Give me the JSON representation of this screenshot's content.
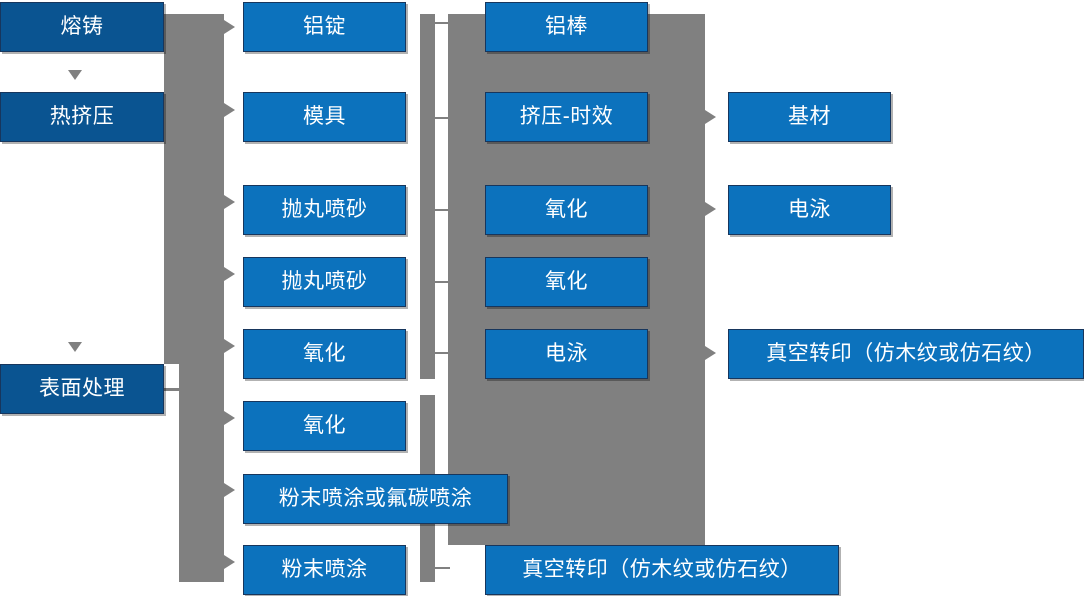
{
  "diagram": {
    "title_present": false,
    "colors": {
      "stage_box": "#0a5491",
      "process_box": "#0c72bd",
      "connector": "#808080",
      "box_border": "#17365d",
      "text": "#ffffff",
      "background": "#ffffff"
    },
    "stages": [
      {
        "id": "stage-melting",
        "label": "熔铸"
      },
      {
        "id": "stage-extrude",
        "label": "热挤压"
      },
      {
        "id": "stage-surface",
        "label": "表面处理"
      }
    ],
    "column2": [
      {
        "id": "c2-ingot",
        "label": "铝锭"
      },
      {
        "id": "c2-mold",
        "label": "模具"
      },
      {
        "id": "c2-shotblast-1",
        "label": "抛丸喷砂"
      },
      {
        "id": "c2-shotblast-2",
        "label": "抛丸喷砂"
      },
      {
        "id": "c2-oxidation-1",
        "label": "氧化"
      },
      {
        "id": "c2-oxidation-2",
        "label": "氧化"
      },
      {
        "id": "c2-powder-fluoro",
        "label": "粉末喷涂或氟碳喷涂"
      },
      {
        "id": "c2-powder",
        "label": "粉末喷涂"
      }
    ],
    "column3": [
      {
        "id": "c3-bar",
        "label": "铝棒"
      },
      {
        "id": "c3-extrude-age",
        "label": "挤压-时效"
      },
      {
        "id": "c3-oxidation-1",
        "label": "氧化"
      },
      {
        "id": "c3-oxidation-2",
        "label": "氧化"
      },
      {
        "id": "c3-electro",
        "label": "电泳"
      },
      {
        "id": "c3-vacuum",
        "label": "真空转印（仿木纹或仿石纹）"
      }
    ],
    "column4": [
      {
        "id": "c4-substrate",
        "label": "基材"
      },
      {
        "id": "c4-electro",
        "label": "电泳"
      },
      {
        "id": "c4-vacuum",
        "label": "真空转印（仿木纹或仿石纹）"
      }
    ]
  }
}
